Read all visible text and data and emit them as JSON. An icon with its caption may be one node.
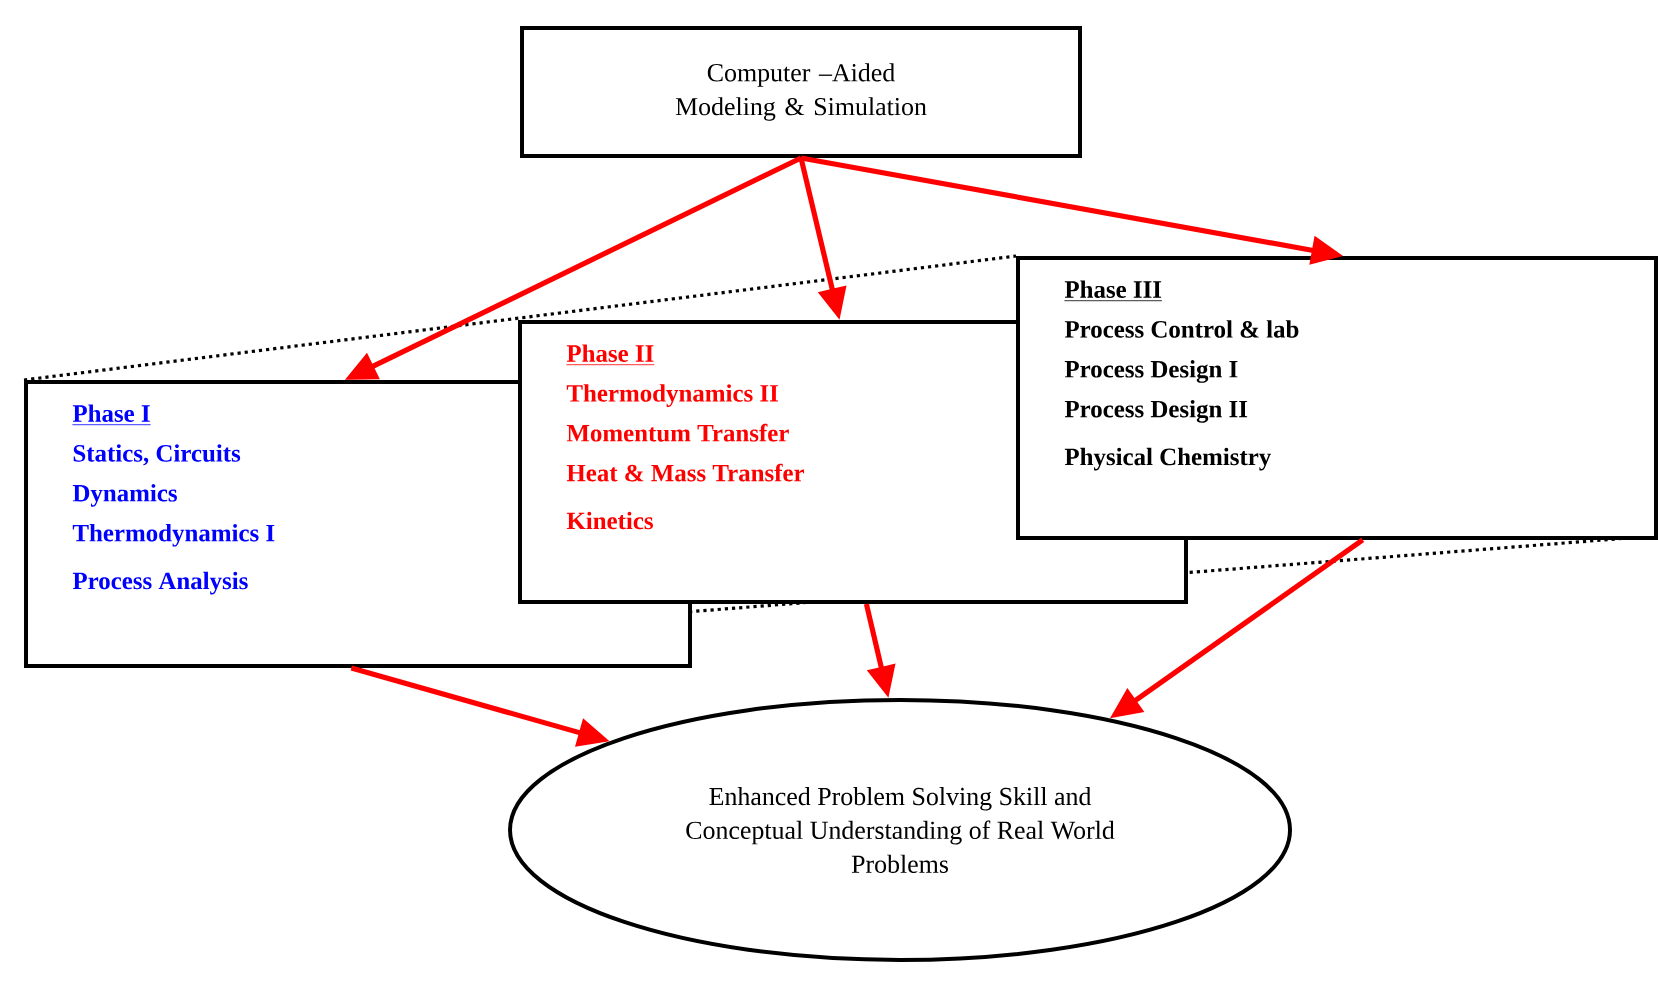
{
  "diagram": {
    "nodes": [
      {
        "text": [
          "Computer –Aided Modeling & Simulation"
        ]
      },
      {
        "text": [
          "Phase I",
          "Statics, Circuits",
          "Dynamics",
          "Thermodynamics I",
          "Process Analysis"
        ]
      },
      {
        "text": [
          "Phase II",
          "Thermodynamics II",
          "Momentum Transfer",
          "Heat & Mass Transfer",
          "Kinetics"
        ]
      },
      {
        "text": [
          "Phase III",
          "Process Control & lab",
          "Process Design I",
          "Process Design II",
          "Physical Chemistry"
        ]
      },
      {
        "text": [
          "Enhanced Problem Solving Skill and Conceptual Understanding of Real World Problems"
        ]
      }
    ],
    "edges": [
      {
        "from": 0,
        "to": 1,
        "arrow": "to"
      },
      {
        "from": 0,
        "to": 2,
        "arrow": "to"
      },
      {
        "from": 0,
        "to": 3,
        "arrow": "to"
      },
      {
        "from": 1,
        "to": 4,
        "arrow": "to"
      },
      {
        "from": 2,
        "to": 4,
        "arrow": "to"
      },
      {
        "from": 3,
        "to": 4,
        "arrow": "to"
      }
    ]
  }
}
